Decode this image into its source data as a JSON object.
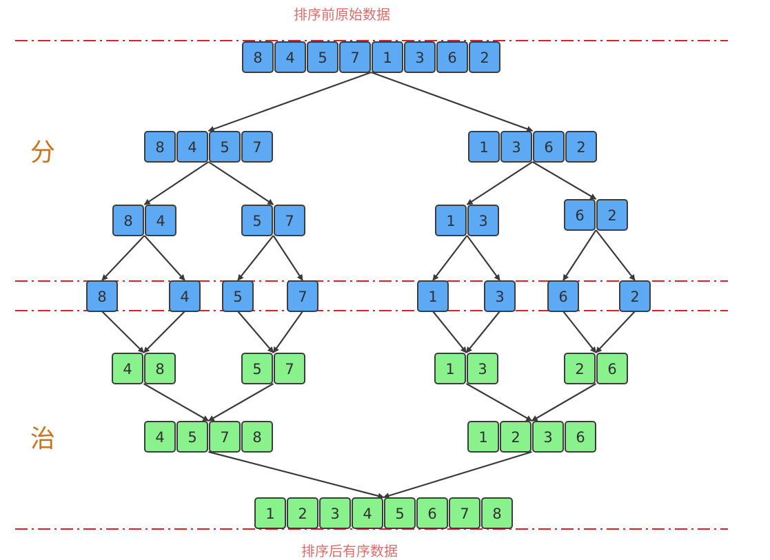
{
  "captions": {
    "top": "排序前原始数据",
    "bottom": "排序后有序数据"
  },
  "phases": {
    "divide": "分",
    "conquer": "治"
  },
  "colors": {
    "divide_cell": "#5ea9f4",
    "conquer_cell": "#8af28c",
    "separator": "#e01c24",
    "caption_text": "#e06b6b",
    "phase_text": "#c8751e"
  },
  "groups": [
    {
      "id": "g-root",
      "phase": "divide",
      "values": [
        "8",
        "4",
        "5",
        "7",
        "1",
        "3",
        "6",
        "2"
      ]
    },
    {
      "id": "g-left-4",
      "phase": "divide",
      "values": [
        "8",
        "4",
        "5",
        "7"
      ]
    },
    {
      "id": "g-right-4",
      "phase": "divide",
      "values": [
        "1",
        "3",
        "6",
        "2"
      ]
    },
    {
      "id": "g-84",
      "phase": "divide",
      "values": [
        "8",
        "4"
      ]
    },
    {
      "id": "g-57",
      "phase": "divide",
      "values": [
        "5",
        "7"
      ]
    },
    {
      "id": "g-13",
      "phase": "divide",
      "values": [
        "1",
        "3"
      ]
    },
    {
      "id": "g-62",
      "phase": "divide",
      "values": [
        "6",
        "2"
      ]
    },
    {
      "id": "g-8",
      "phase": "divide",
      "values": [
        "8"
      ]
    },
    {
      "id": "g-4",
      "phase": "divide",
      "values": [
        "4"
      ]
    },
    {
      "id": "g-5",
      "phase": "divide",
      "values": [
        "5"
      ]
    },
    {
      "id": "g-7",
      "phase": "divide",
      "values": [
        "7"
      ]
    },
    {
      "id": "g-1",
      "phase": "divide",
      "values": [
        "1"
      ]
    },
    {
      "id": "g-3",
      "phase": "divide",
      "values": [
        "3"
      ]
    },
    {
      "id": "g-6",
      "phase": "divide",
      "values": [
        "6"
      ]
    },
    {
      "id": "g-2",
      "phase": "divide",
      "values": [
        "2"
      ]
    },
    {
      "id": "m-48",
      "phase": "conquer",
      "values": [
        "4",
        "8"
      ]
    },
    {
      "id": "m-57",
      "phase": "conquer",
      "values": [
        "5",
        "7"
      ]
    },
    {
      "id": "m-13",
      "phase": "conquer",
      "values": [
        "1",
        "3"
      ]
    },
    {
      "id": "m-26",
      "phase": "conquer",
      "values": [
        "2",
        "6"
      ]
    },
    {
      "id": "m-4578",
      "phase": "conquer",
      "values": [
        "4",
        "5",
        "7",
        "8"
      ]
    },
    {
      "id": "m-1236",
      "phase": "conquer",
      "values": [
        "1",
        "2",
        "3",
        "6"
      ]
    },
    {
      "id": "m-final",
      "phase": "conquer",
      "values": [
        "1",
        "2",
        "3",
        "4",
        "5",
        "6",
        "7",
        "8"
      ]
    }
  ],
  "edges": [
    [
      "g-root",
      "g-left-4"
    ],
    [
      "g-root",
      "g-right-4"
    ],
    [
      "g-left-4",
      "g-84"
    ],
    [
      "g-left-4",
      "g-57"
    ],
    [
      "g-right-4",
      "g-13"
    ],
    [
      "g-right-4",
      "g-62"
    ],
    [
      "g-84",
      "g-8"
    ],
    [
      "g-84",
      "g-4"
    ],
    [
      "g-57",
      "g-5"
    ],
    [
      "g-57",
      "g-7"
    ],
    [
      "g-13",
      "g-1"
    ],
    [
      "g-13",
      "g-3"
    ],
    [
      "g-62",
      "g-6"
    ],
    [
      "g-62",
      "g-2"
    ],
    [
      "g-8",
      "m-48"
    ],
    [
      "g-4",
      "m-48"
    ],
    [
      "g-5",
      "m-57"
    ],
    [
      "g-7",
      "m-57"
    ],
    [
      "g-1",
      "m-13"
    ],
    [
      "g-3",
      "m-13"
    ],
    [
      "g-6",
      "m-26"
    ],
    [
      "g-2",
      "m-26"
    ],
    [
      "m-48",
      "m-4578"
    ],
    [
      "m-57",
      "m-4578"
    ],
    [
      "m-13",
      "m-1236"
    ],
    [
      "m-26",
      "m-1236"
    ],
    [
      "m-4578",
      "m-final"
    ],
    [
      "m-1236",
      "m-final"
    ]
  ]
}
